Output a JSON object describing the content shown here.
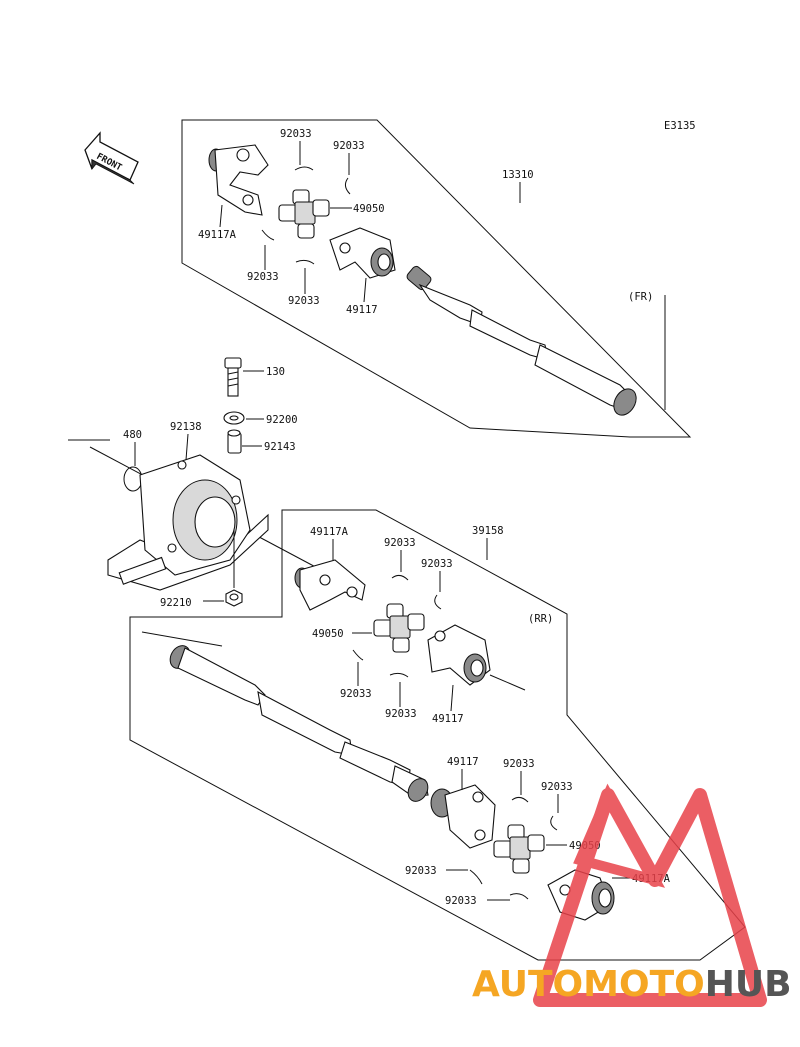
{
  "diagram_code": "E3135",
  "front_label": "FRONT",
  "section_front": {
    "tag": "(FR)",
    "assembly_number": "13310"
  },
  "section_rear": {
    "tag": "(RR)",
    "assembly_number": "39158"
  },
  "callouts": {
    "front_yoke_a": "49117A",
    "front_clip_1": "92033",
    "front_clip_2": "92033",
    "front_clip_3": "92033",
    "front_clip_4": "92033",
    "front_spider": "49050",
    "front_yoke": "49117",
    "bolt": "130",
    "washer": "92200",
    "collar": "92143",
    "circlip": "480",
    "bearing": "92138",
    "nut": "92210",
    "rear1_yoke_a": "49117A",
    "rear1_clip_1": "92033",
    "rear1_clip_2": "92033",
    "rear1_spider": "49050",
    "rear1_clip_3": "92033",
    "rear1_clip_4": "92033",
    "rear1_yoke": "49117",
    "rear2_yoke": "49117",
    "rear2_clip_1": "92033",
    "rear2_clip_2": "92033",
    "rear2_spider": "49050",
    "rear2_clip_3": "92033",
    "rear2_yoke_a": "49117A",
    "rear2_clip_4": "92033"
  },
  "watermark": {
    "part1": "AUTOMOTO",
    "part2": "HUB",
    "color1": "#f5a623",
    "color2": "#555555",
    "logo_color": "#e8424a"
  }
}
